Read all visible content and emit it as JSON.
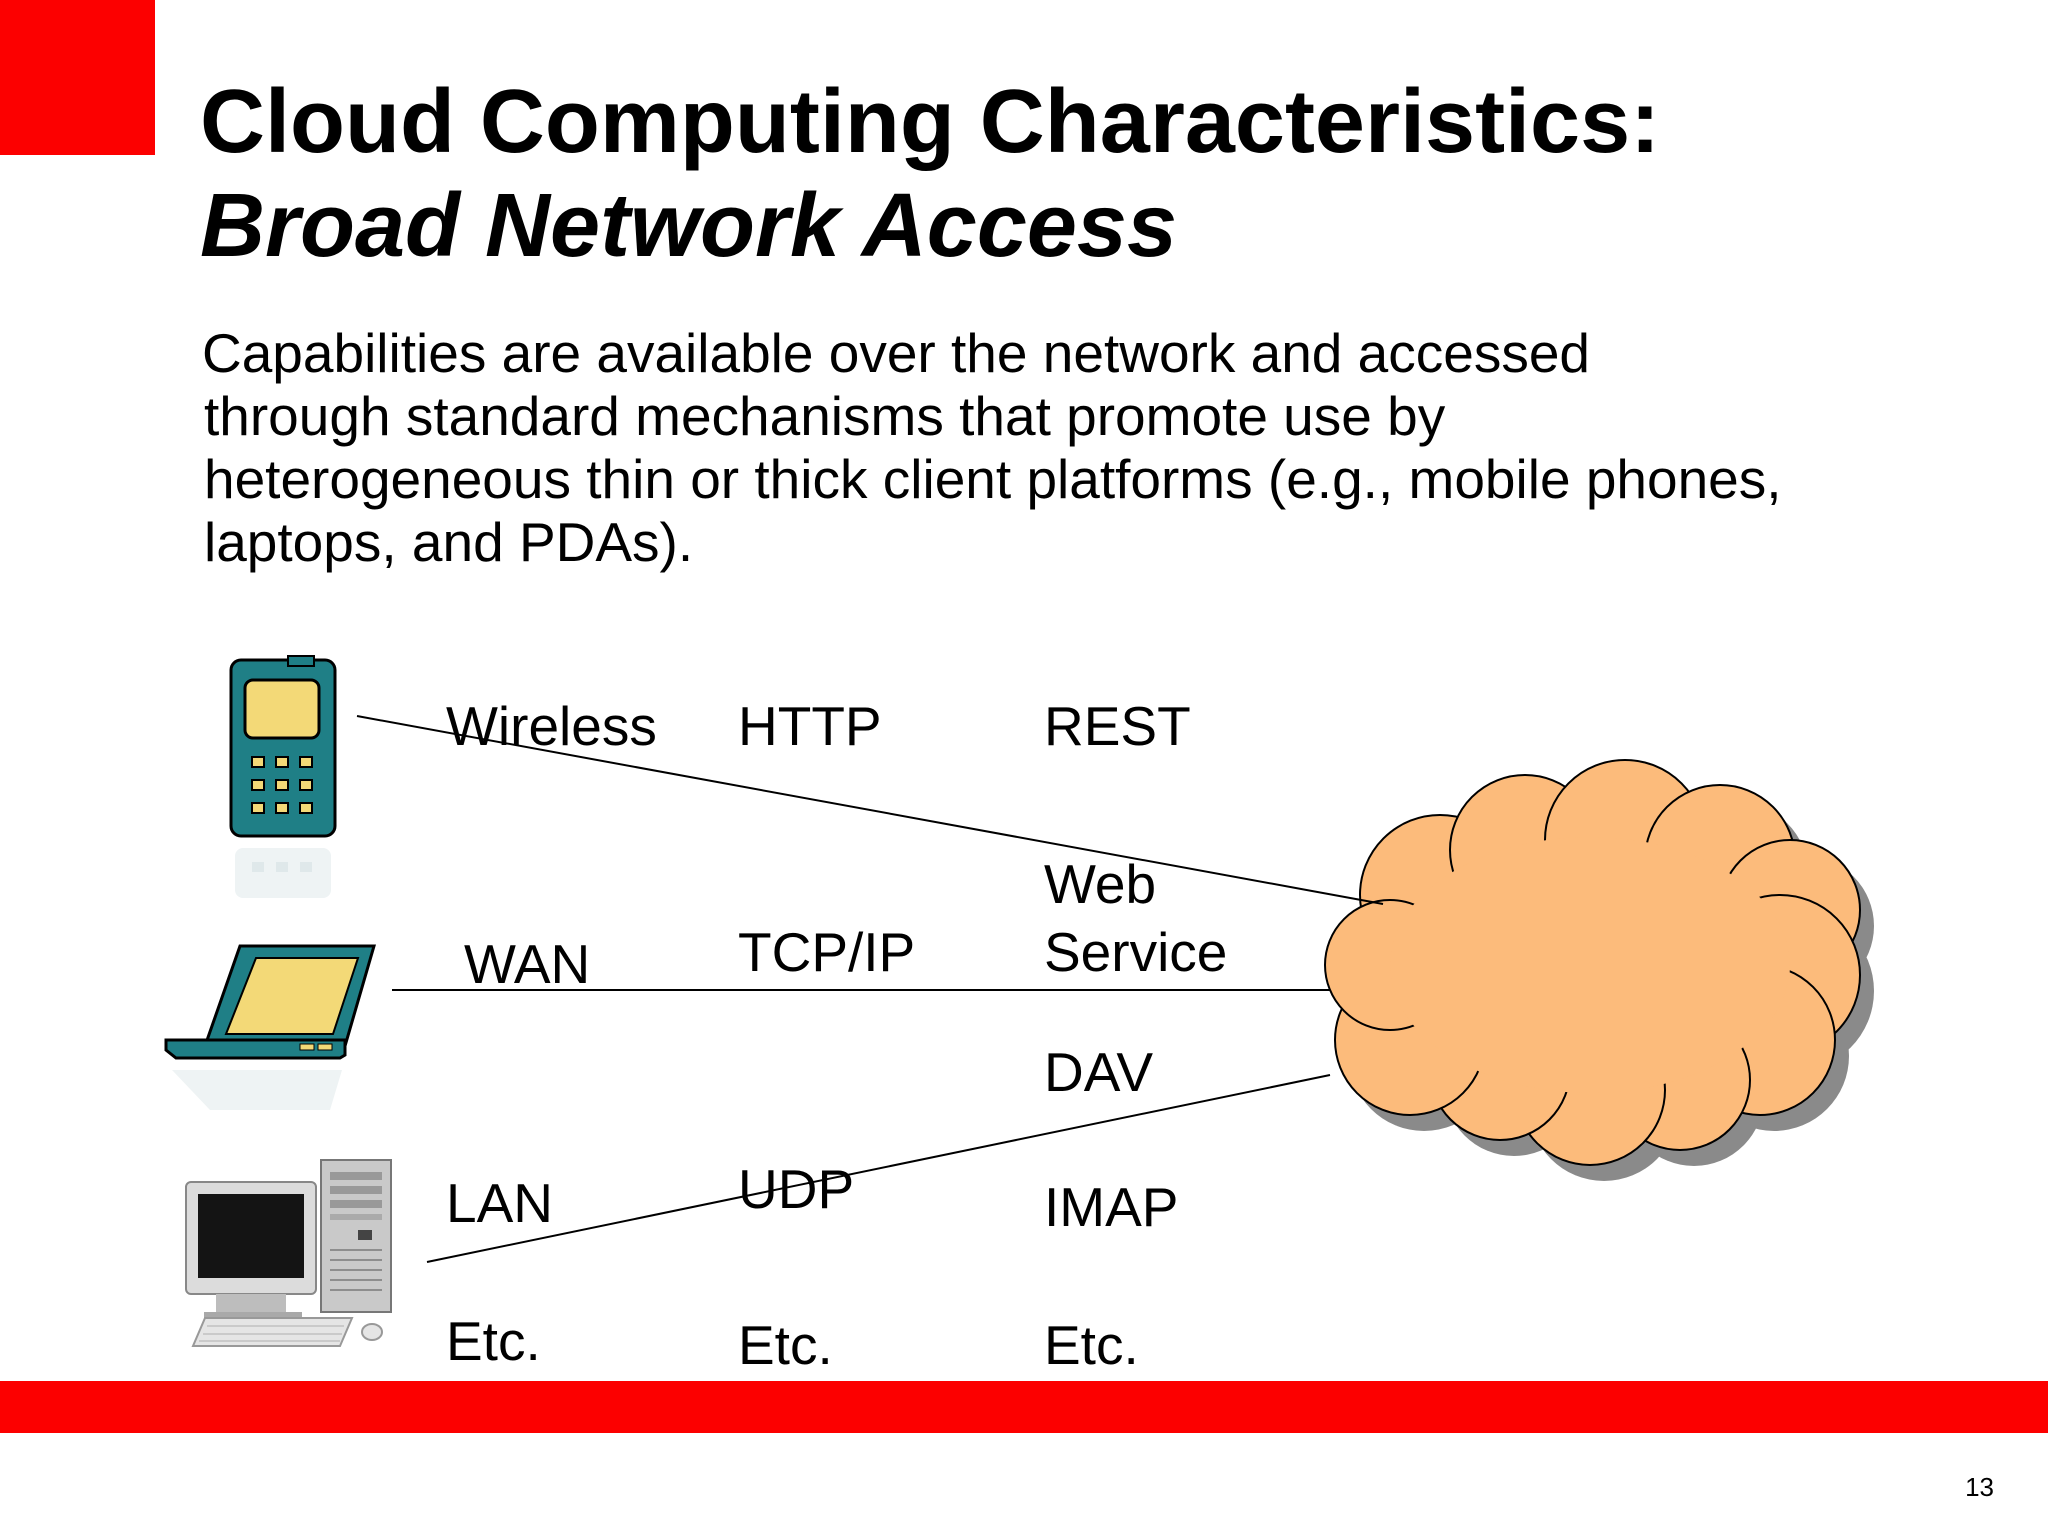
{
  "slide": {
    "title_line1": "Cloud Computing Characteristics:",
    "title_line2": "Broad Network Access",
    "body_lines": [
      "Capabilities are available over the network and accessed",
      "through standard mechanisms that promote use by",
      "heterogeneous thin or thick client platforms (e.g., mobile phones,",
      "laptops, and PDAs)."
    ],
    "page_number": "13"
  },
  "diagram": {
    "network_types": [
      "Wireless",
      "WAN",
      "LAN",
      "Etc."
    ],
    "transport_protocols": [
      "HTTP",
      "TCP/IP",
      "UDP",
      "Etc."
    ],
    "services": {
      "rest": "REST",
      "web_service_line1": "Web",
      "web_service_line2": "Service",
      "dav": "DAV",
      "imap": "IMAP",
      "etc": "Etc."
    },
    "devices": [
      "mobile-phone-icon",
      "laptop-icon",
      "desktop-computer-icon"
    ],
    "target": "cloud-icon",
    "colors": {
      "accent_red": "#fc0000",
      "cloud_fill": "#fcbb7b",
      "device_teal": "#1f7f86",
      "device_screen": "#f3d977"
    }
  }
}
